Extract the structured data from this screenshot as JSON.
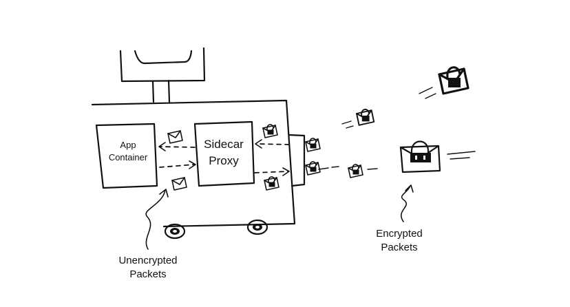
{
  "labels": {
    "app_container": "App\nContainer",
    "sidecar_proxy": "Sidecar\nProxy",
    "unencrypted_packets": "Unencrypted\nPackets",
    "encrypted_packets": "Encrypted\nPackets"
  },
  "icons": {
    "envelope": "envelope-icon",
    "locked_envelope": "locked-envelope-icon",
    "wheel": "wheel-icon"
  },
  "colors": {
    "ink": "#111111",
    "background": "#ffffff"
  }
}
